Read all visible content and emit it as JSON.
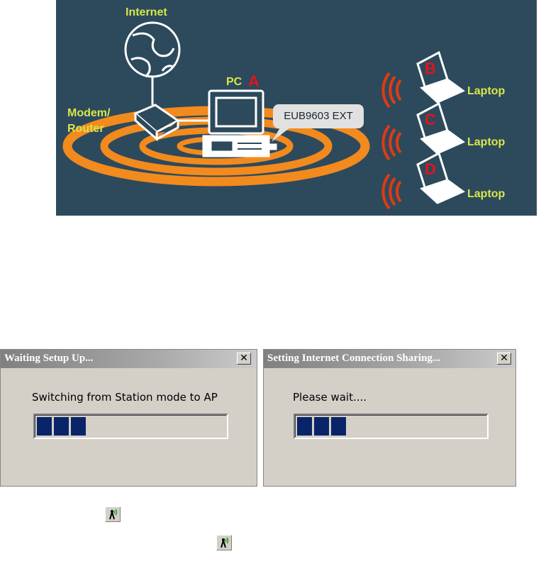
{
  "diagram": {
    "labels": {
      "internet": "Internet",
      "modem_line1": "Modem/",
      "modem_line2": "Router",
      "pc": "PC",
      "laptop_b": "Laptop",
      "laptop_c": "Laptop",
      "laptop_d": "Laptop",
      "adapter": "EUB9603 EXT"
    },
    "letters": {
      "pc": "A",
      "b": "B",
      "c": "C",
      "d": "D"
    },
    "colors": {
      "background": "#2c4a5c",
      "label": "#d8e64a",
      "letter": "#e4121e",
      "ring": "#f28a1e"
    }
  },
  "dialog_setup": {
    "title": "Waiting Setup Up...",
    "close": "✕",
    "message": "Switching from Station mode to AP",
    "progress_blocks": 3
  },
  "dialog_ics": {
    "title": "Setting Internet Connection Sharing...",
    "close": "✕",
    "message": "Please wait....",
    "progress_blocks": 3
  },
  "tray_icons": [
    "wireless-utility-icon",
    "wireless-utility-icon"
  ],
  "colors": {
    "dialog_face": "#d4d0c8",
    "progress_block": "#0a246a"
  }
}
